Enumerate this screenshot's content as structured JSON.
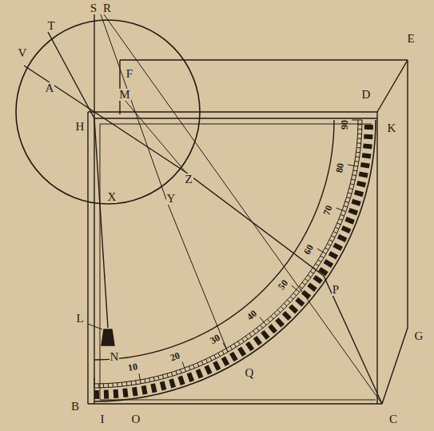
{
  "diagram": {
    "labels": [
      "S",
      "R",
      "T",
      "V",
      "A",
      "F",
      "H",
      "M",
      "Z",
      "X",
      "Y",
      "D",
      "K",
      "E",
      "L",
      "N",
      "B",
      "I",
      "O",
      "Q",
      "C",
      "G",
      "P",
      "10",
      "20",
      "30",
      "40",
      "50",
      "60",
      "70",
      "80",
      "90"
    ]
  }
}
